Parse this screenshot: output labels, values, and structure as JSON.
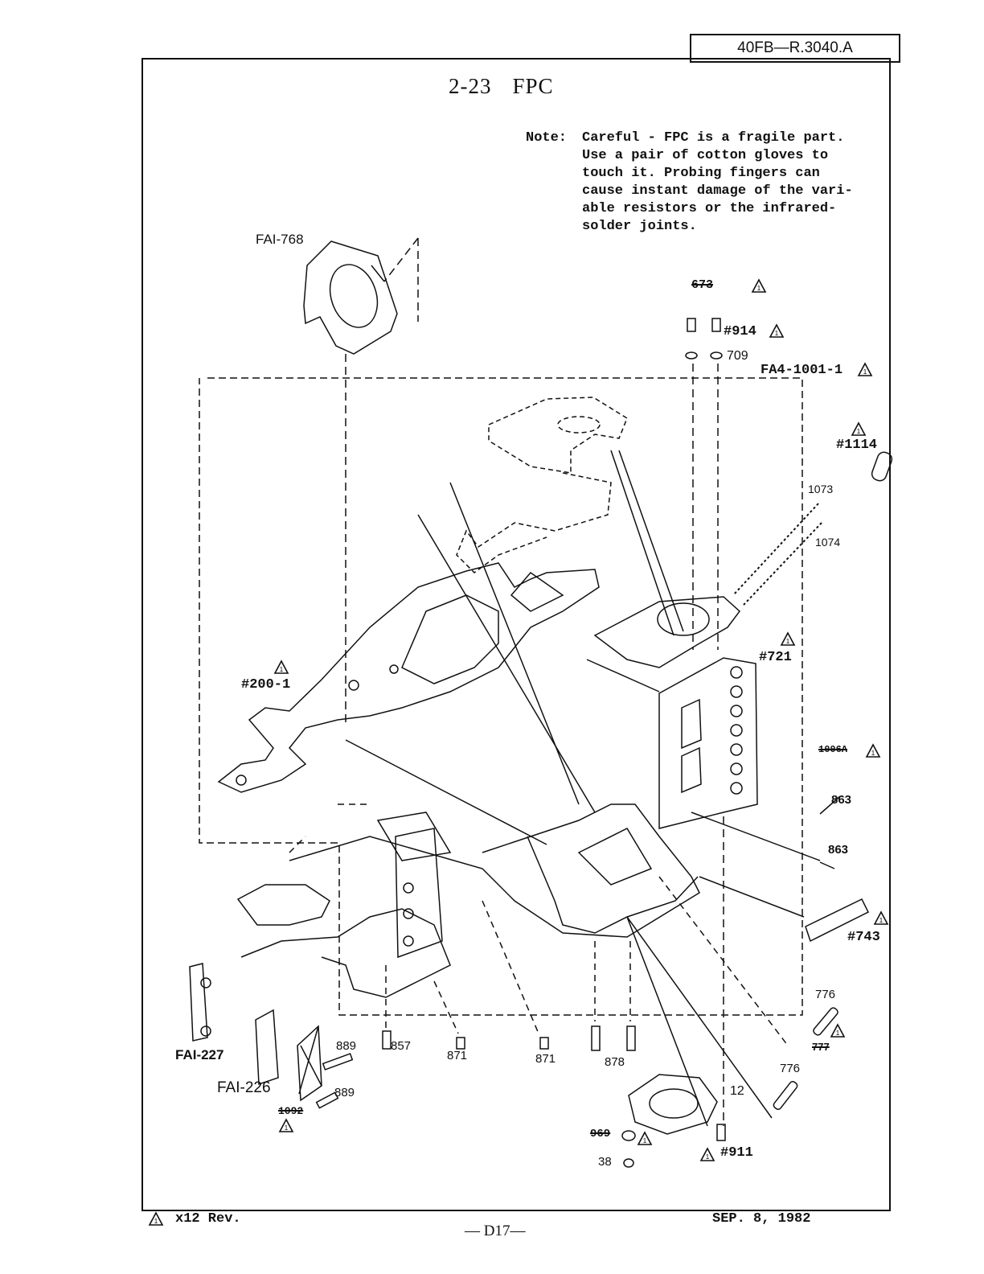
{
  "header": {
    "doc_number": "40FB—R.3040.A"
  },
  "title": {
    "section": "2-23",
    "name": "FPC"
  },
  "note": {
    "label": "Note:",
    "lines": [
      "Careful - FPC is a fragile part.",
      "Use a pair of cotton gloves to",
      "touch it.  Probing fingers can",
      "cause instant damage of the vari-",
      "able resistors or the infrared-",
      "solder joints."
    ]
  },
  "parts": {
    "fai768": "FAI-768",
    "p673": "673",
    "p914": "#914",
    "p709": "709",
    "fa4": "FA4-1001-1",
    "p1114": "#1114",
    "p1073": "1073",
    "p1074": "1074",
    "p721": "#721",
    "p200": "#200-1",
    "p1006a": "1006A",
    "p863a": "863",
    "p863b": "863",
    "p743": "#743",
    "p776a": "776",
    "p777": "777",
    "p776b": "776",
    "p12": "12",
    "p911": "#911",
    "p969": "969",
    "p38": "38",
    "p878": "878",
    "p871a": "871",
    "p871b": "871",
    "p857": "857",
    "p889a": "889",
    "p889b": "889",
    "fai227": "FAI-227",
    "fai226": "FAI-226",
    "p1092": "1092"
  },
  "footer": {
    "rev": "x12 Rev.",
    "page": "— D17—",
    "date": "SEP. 8, 1982"
  },
  "icons": [
    "revision-triangle-icon"
  ]
}
